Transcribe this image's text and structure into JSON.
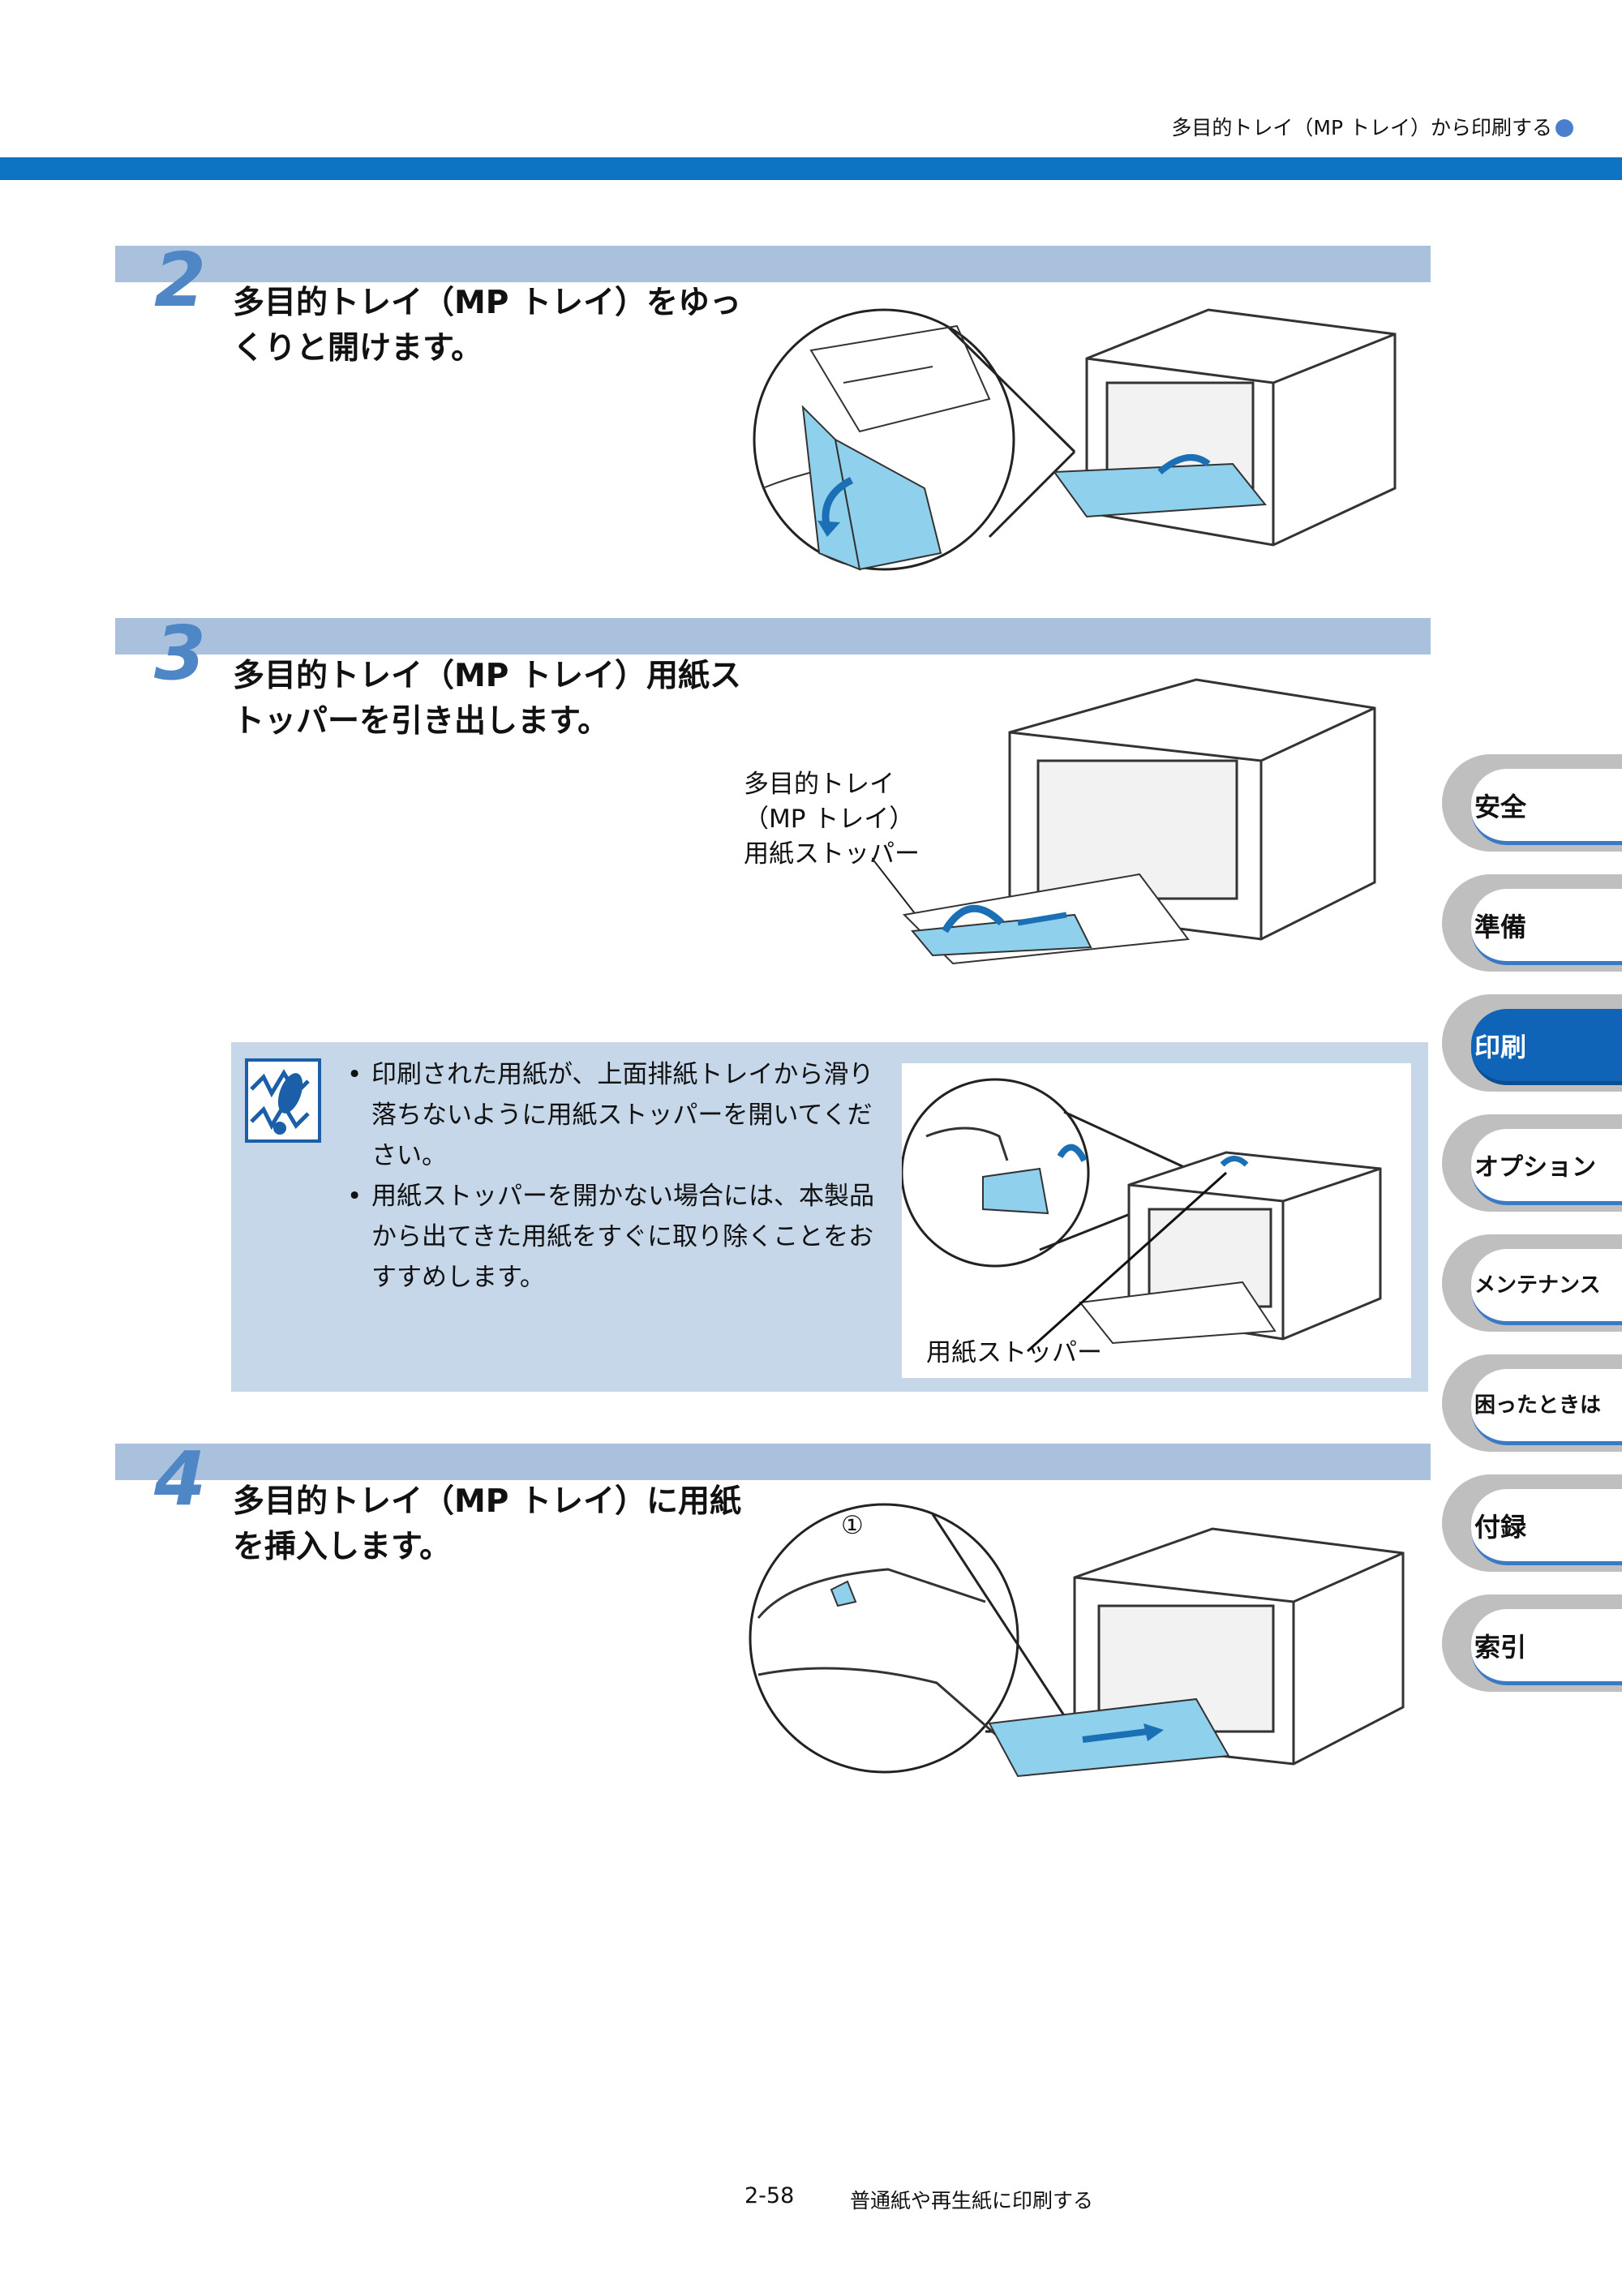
{
  "header": {
    "title": "多目的トレイ（MP トレイ）から印刷する"
  },
  "steps": [
    {
      "number": "2",
      "text": "多目的トレイ（MP トレイ）をゆっくりと開けます。"
    },
    {
      "number": "3",
      "text": "多目的トレイ（MP トレイ）用紙ストッパーを引き出します。",
      "callout": [
        "多目的トレイ",
        "（MP トレイ）",
        "用紙ストッパー"
      ]
    },
    {
      "number": "4",
      "text": "多目的トレイ（MP トレイ）に用紙を挿入します。",
      "marker": "①"
    }
  ],
  "note": {
    "items": [
      "印刷された用紙が、上面排紙トレイから滑り落ちないように用紙ストッパーを開いてください。",
      "用紙ストッパーを開かない場合には、本製品から出てきた用紙をすぐに取り除くことをおすすめします。"
    ],
    "bullet": "•",
    "photo_label": "用紙ストッパー"
  },
  "side_tabs": [
    {
      "label": "安全",
      "active": false
    },
    {
      "label": "準備",
      "active": false
    },
    {
      "label": "印刷",
      "active": true
    },
    {
      "label": "オプション",
      "active": false
    },
    {
      "label": "メンテナンス",
      "active": false
    },
    {
      "label": "困ったときは",
      "active": false
    },
    {
      "label": "付録",
      "active": false
    },
    {
      "label": "索引",
      "active": false
    }
  ],
  "footer": {
    "page": "2-58",
    "title": "普通紙や再生紙に印刷する"
  },
  "colors": {
    "accent": "#0c74c2",
    "step_bar": "#a9c1dc",
    "note_bg": "#c6d7ea",
    "tray_blue": "#8fd0ec"
  }
}
